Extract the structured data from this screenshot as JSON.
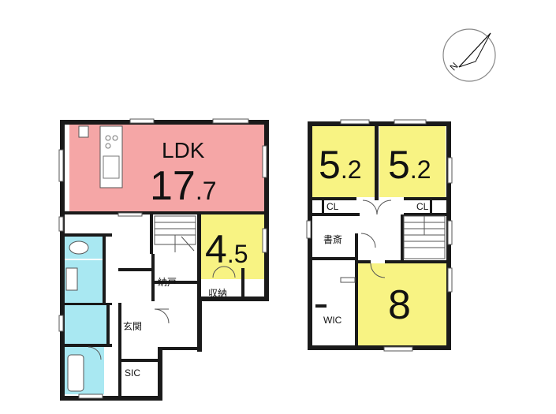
{
  "compass": {
    "north_label": "N",
    "icon": "north-arrow-icon"
  },
  "first_floor": {
    "ldk": {
      "name": "LDK",
      "size_int": "17",
      "size_dec": ".7"
    },
    "western_room": {
      "size_int": "4",
      "size_dec": ".5"
    },
    "closet_storage": "納戸",
    "storage": "収納",
    "entrance": "玄関",
    "shoe_closet": "SIC"
  },
  "second_floor": {
    "room_left": {
      "size_int": "5",
      "size_dec": ".2",
      "closet": "CL"
    },
    "room_right": {
      "size_int": "5",
      "size_dec": ".2",
      "closet": "CL"
    },
    "study": "書斎",
    "walk_in_closet": "WIC",
    "master_room": {
      "size_int": "8"
    }
  },
  "colors": {
    "ldk": "#f5a6a6",
    "room": "#f8f383",
    "wet": "#a9e8f2",
    "wall": "#1a1a1a"
  }
}
